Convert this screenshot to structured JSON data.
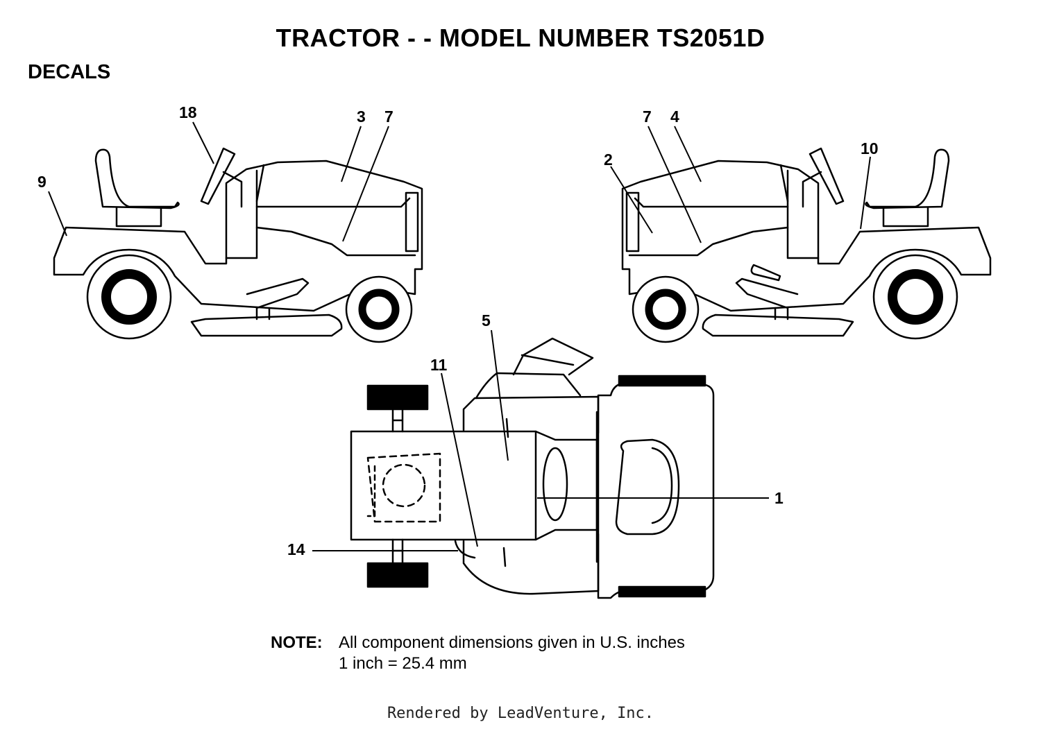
{
  "title": "TRACTOR - - MODEL NUMBER TS2051D",
  "section_heading": "DECALS",
  "callouts": {
    "left_seat_rear": "9",
    "left_steering": "18",
    "left_hood_top": "3",
    "left_hood_side": "7",
    "right_hood_side": "7",
    "right_hood_top": "4",
    "right_grille": "2",
    "right_fender": "10",
    "top_hood": "5",
    "top_dash": "11",
    "top_frame": "14",
    "top_seat": "1"
  },
  "note": {
    "label": "NOTE:",
    "line1": "All component dimensions given in U.S. inches",
    "line2": "1 inch = 25.4 mm"
  },
  "footer": "Rendered by LeadVenture, Inc.",
  "colors": {
    "ink": "#000000",
    "paper": "#ffffff",
    "watermark": "#e6e6e6"
  }
}
